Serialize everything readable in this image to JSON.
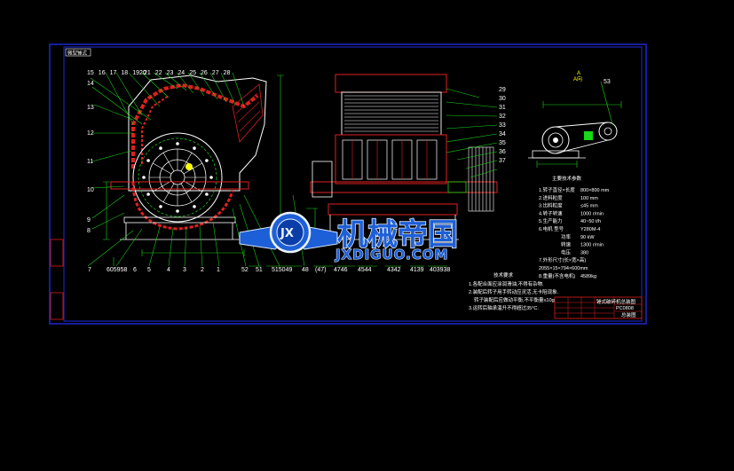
{
  "top_callouts": [
    "15",
    "16",
    "17",
    "18",
    "1920",
    "21",
    "22",
    "23",
    "24",
    "25",
    "26",
    "27",
    "28"
  ],
  "left_callouts": [
    "14",
    "13",
    "12",
    "11",
    "10",
    "9",
    "8"
  ],
  "bottom_callouts": [
    "7",
    "605958",
    "6",
    "5",
    "4",
    "3",
    "2",
    "1",
    "52",
    "51",
    "515049",
    "48",
    "(47)",
    "4746",
    "4544",
    "4342",
    "4139",
    "403938"
  ],
  "side_callouts": [
    "29",
    "30",
    "31",
    "32",
    "33",
    "34",
    "35",
    "36",
    "37"
  ],
  "detail_view": {
    "label": "A",
    "label2": "A向",
    "callout": "53"
  },
  "watermark": {
    "chinese": "机械帝国",
    "english": "JXDIGUO.COM",
    "emblem": "JX"
  },
  "specs": {
    "title": "主要技术参数",
    "rows": [
      {
        "k": "1.转子直径×长度",
        "v": "800×800 mm"
      },
      {
        "k": "2.进料粒度",
        "v": "100  mm"
      },
      {
        "k": "3.出料粒度",
        "v": "≤45  mm"
      },
      {
        "k": "4.转子转速",
        "v": "1000  r/min"
      },
      {
        "k": "5.生产能力",
        "v": "40~50  t/h"
      },
      {
        "k": "6.电机  型号",
        "v": "Y280M-4"
      },
      {
        "k": "功率",
        "v": "90  kW"
      },
      {
        "k": "转速",
        "v": "1300  r/min"
      },
      {
        "k": "电压",
        "v": "380"
      },
      {
        "k": "7.外形尺寸(长×宽×高)",
        "v": ""
      },
      {
        "k": "2055×15×794×600mm",
        "v": ""
      },
      {
        "k": "8.重量(不含电机)",
        "v": "4589kg"
      }
    ]
  },
  "notes": {
    "title": "技术要求",
    "lines": [
      "1.各配合面应涂润滑油,不得有杂物.",
      "2.装配后转子用手转动应灵活,无卡阻现象.",
      "转子装配后应做动平衡,不平衡量≤10g",
      "3.运转后轴承温升不得超过35°C."
    ]
  },
  "corner_tag": "微型锤式",
  "title_block": {
    "name": "锤式破碎机总装图",
    "code": "PC0808",
    "mark": "总装图"
  },
  "colors": {
    "background": "#000000",
    "frame": "#1e2adf",
    "line_red": "#e0201f",
    "line_green": "#18d818",
    "line_white": "#ffffff",
    "line_yellow": "#ffff00",
    "accent_blue": "#1d5fd6"
  }
}
